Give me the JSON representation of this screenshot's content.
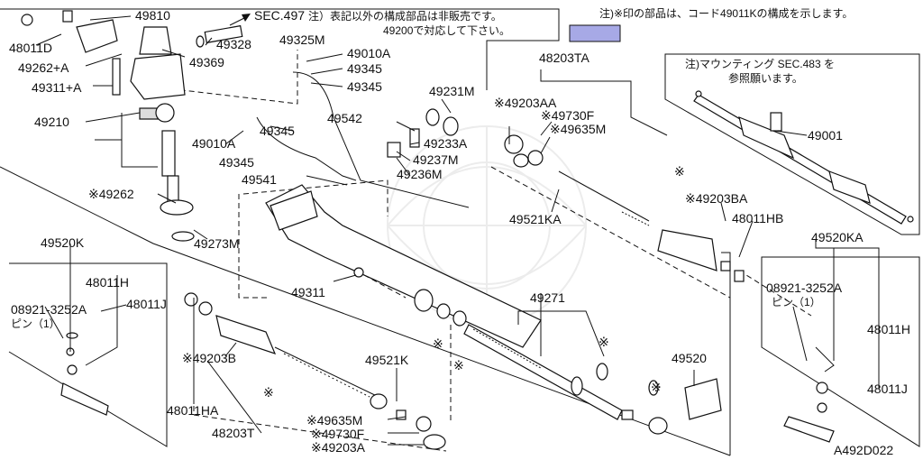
{
  "diagram_code": "A492D022",
  "notes": {
    "sec497_ref": "SEC.497",
    "sec497_note_line1": "注）表記以外の構成部品は非販売です。",
    "sec497_note_line2": "49200で対応して下さい。",
    "mark_note": "注)※印の部品は、コード49011Kの構成を示します。",
    "mount_note_line1": "注)マウンティング SEC.483 を",
    "mount_note_line2": "参照願います。"
  },
  "colors": {
    "marker_swatch": "#a7a9e6",
    "line": "#111111"
  },
  "labels": {
    "p49810": "49810",
    "p48011D": "48011D",
    "p49262A": "49262+A",
    "p49311A": "49311+A",
    "p49328": "49328",
    "p49325M": "49325M",
    "p49369": "49369",
    "p49010A_top": "49010A",
    "p49345_a": "49345",
    "p49345_b": "49345",
    "p49210": "49210",
    "p49542": "49542",
    "p49231M": "49231M",
    "p49010A_mid": "49010A",
    "p49345_c": "49345",
    "p49345_d": "49345",
    "p49233A": "49233A",
    "p49237M": "49237M",
    "p49236M": "49236M",
    "p49541": "49541",
    "p49262": "※49262",
    "p49273M": "49273M",
    "p48203TA": "48203TA",
    "p49203AA": "※49203AA",
    "p49730F_r": "※49730F",
    "p49635M_r": "※49635M",
    "p49001": "49001",
    "p49203BA": "※49203BA",
    "p48011HB": "48011HB",
    "p49521KA": "49521KA",
    "p49520KA": "49520KA",
    "p08921_r": "08921-3252A",
    "pin_r": "ピン（1）",
    "p48011H_r": "48011H",
    "p48011J_r": "48011J",
    "p49520K": "49520K",
    "p48011H_l": "48011H",
    "p08921_l": "08921-3252A",
    "pin_l": "ピン（1）",
    "p48011J_l": "48011J",
    "p49311": "49311",
    "p49271": "49271",
    "p49203B": "※49203B",
    "p49521K": "49521K",
    "p48011HA": "48011HA",
    "p48203T": "48203T",
    "p49635M_l": "※49635M",
    "p49730F_l": "※49730F",
    "p49203A": "※49203A",
    "p49520": "49520",
    "mark_1": "※",
    "mark_2": "※",
    "mark_3": "※",
    "mark_4": "※",
    "mark_5": "※",
    "mark_6": "※"
  }
}
